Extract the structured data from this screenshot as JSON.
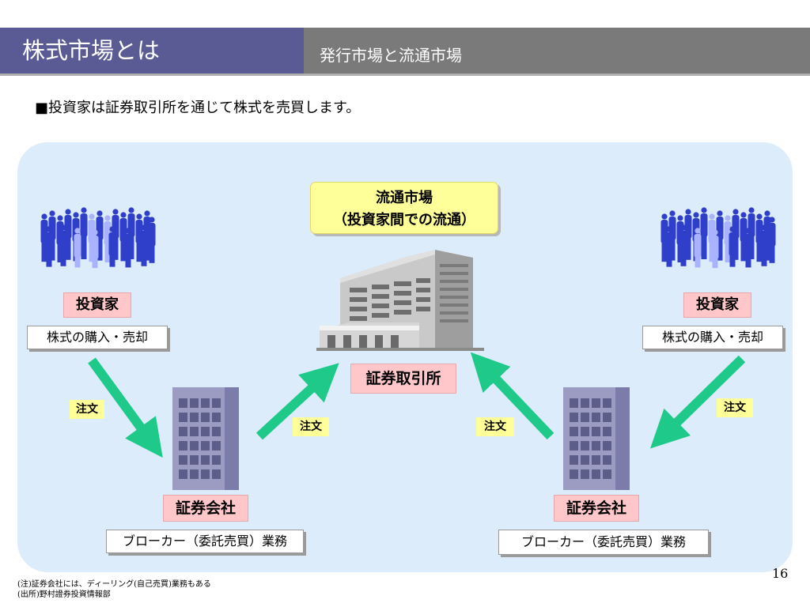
{
  "header": {
    "title": "株式市場とは",
    "subtitle": "発行市場と流通市場"
  },
  "headline": "■投資家は証券取引所を通じて株式を売買します。",
  "market": {
    "line1": "流通市場",
    "line2": "（投資家間での流通）"
  },
  "exchange": {
    "label": "証券取引所"
  },
  "investor_left": {
    "label": "投資家",
    "action": "株式の購入・売却"
  },
  "investor_right": {
    "label": "投資家",
    "action": "株式の購入・売却"
  },
  "broker_left": {
    "label": "証券会社",
    "role": "ブローカー（委託売買）業務"
  },
  "broker_right": {
    "label": "証券会社",
    "role": "ブローカー（委託売買）業務"
  },
  "orders": {
    "left_outer": "注文",
    "left_inner": "注文",
    "right_inner": "注文",
    "right_outer": "注文"
  },
  "colors": {
    "header_left": "#5a5a94",
    "header_right": "#7a7a7a",
    "panel": "#dcecfb",
    "arrow": "#1ec98a",
    "crowd": "#2f3fc9",
    "label_pink": "#ffc7c9",
    "highlight_yellow": "#ffff99"
  },
  "icons": {
    "crowd": "investors-crowd-icon",
    "exchange": "exchange-building-icon",
    "broker": "broker-building-icon"
  },
  "footnotes": {
    "note1": "(注)証券会社には、ディーリング(自己売買)業務もある",
    "note2": "(出所)野村證券投資情報部"
  },
  "page_number": "16"
}
